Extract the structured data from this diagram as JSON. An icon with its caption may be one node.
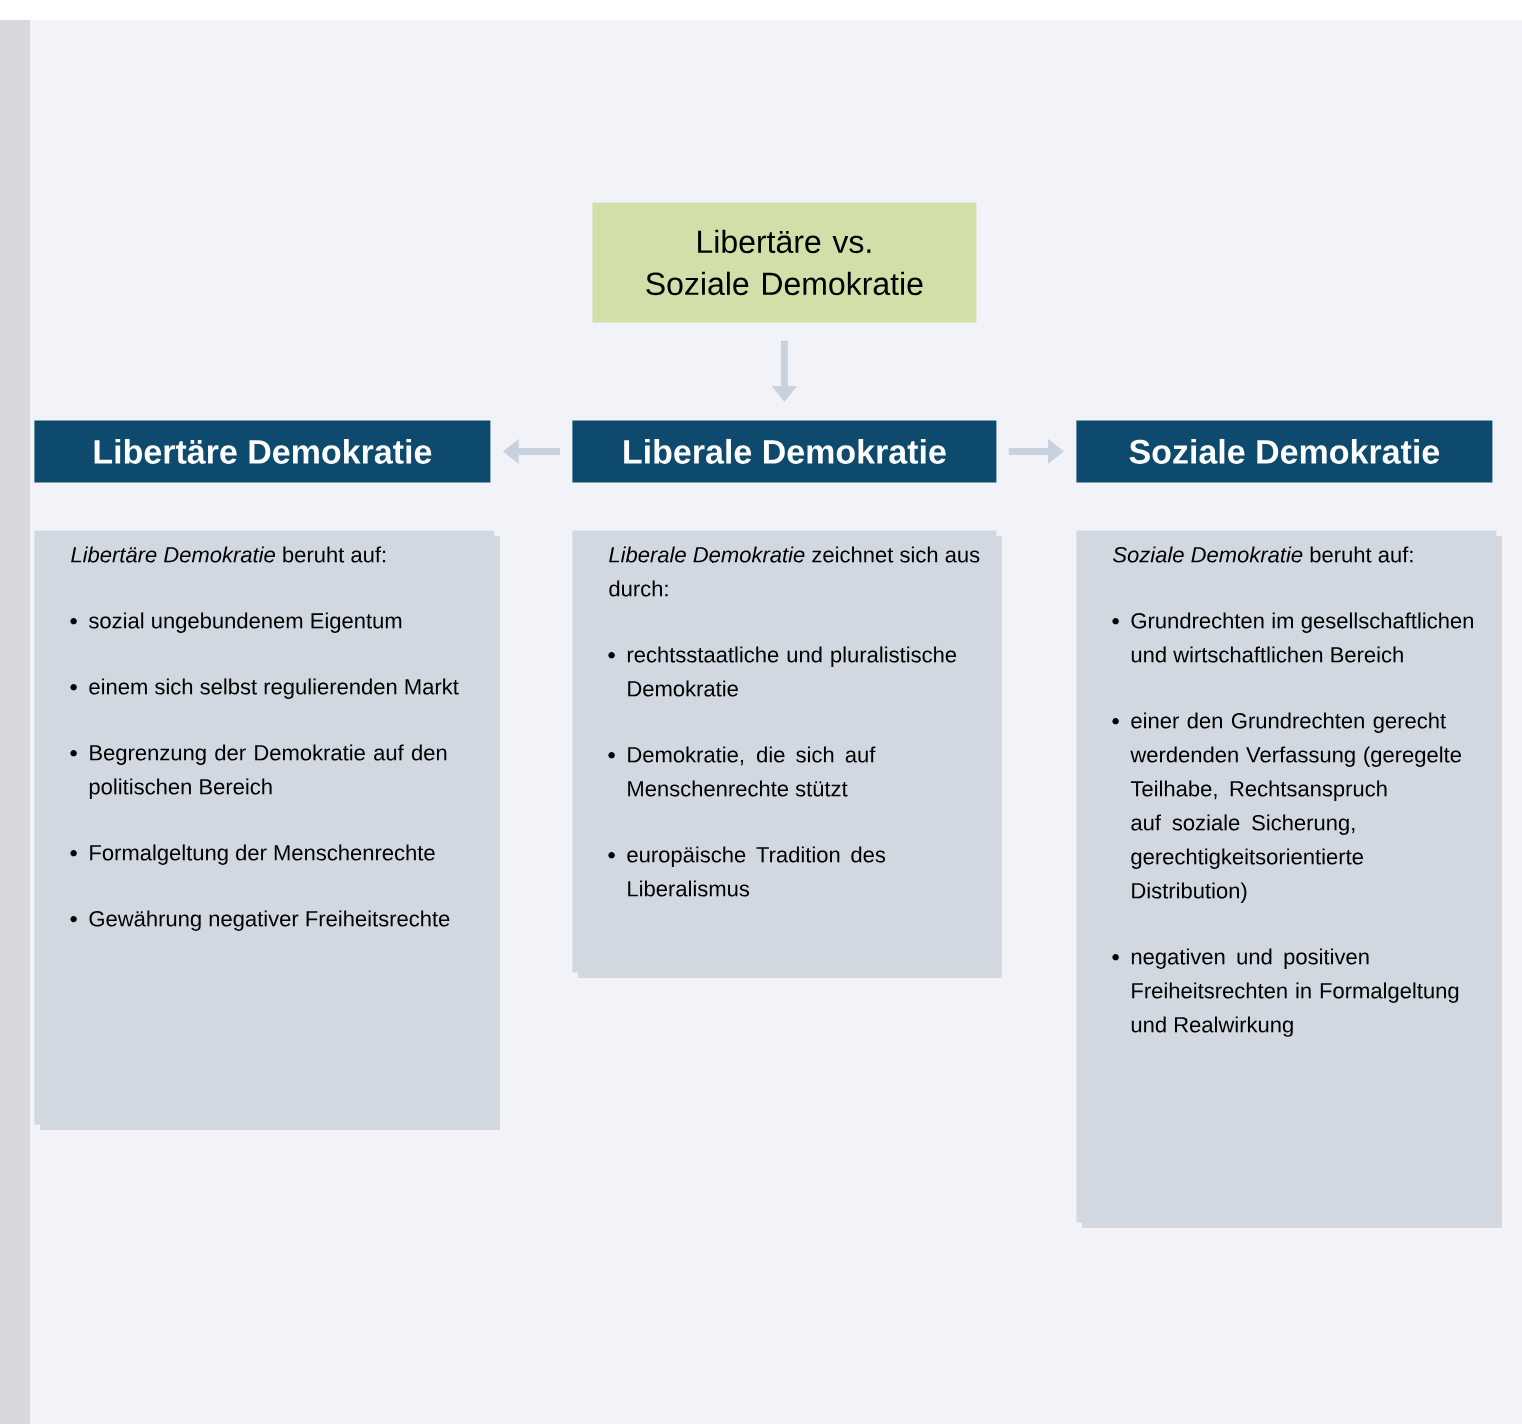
{
  "diagram": {
    "nodes": [
      {
        "text": [
          "Libertäre vs. Soziale Demokratie"
        ]
      },
      {
        "text": [
          "Libertäre Demokratie"
        ]
      },
      {
        "text": [
          "Liberale Demokratie"
        ]
      },
      {
        "text": [
          "Soziale Demokratie"
        ]
      },
      {
        "text": [
          "*Libertäre Demokratie* beruht auf:",
          "sozial ungebundenem Eigentum",
          "einem sich selbst regulierenden Markt",
          "Begrenzung der Demokratie auf den politischen Bereich",
          "Formalgeltung der Menschenrechte",
          "Gewährung negativer Freiheitsrechte"
        ]
      },
      {
        "text": [
          "*Liberale Demokratie* zeichnet sich aus durch:",
          "rechtsstaatliche und pluralistische Demokratie",
          "Demokratie, die sich auf Menschenrechte stützt",
          "europäische Tradition des Liberalismus"
        ]
      },
      {
        "text": [
          "*Soziale Demokratie* beruht auf:",
          "Grundrechten im gesellschaftlichen und wirtschaftlichen Bereich",
          "einer den Grundrechten gerecht werdenden Verfassung (geregelte Teilhabe, Rechtsanspruch auf soziale Sicherung, gerechtigkeitsorientierte Distribution)",
          "negativen und positiven Freiheitsrechten in Formalgeltung und Realwirkung"
        ]
      }
    ],
    "edges": [
      {
        "from": 0,
        "to": 2,
        "arrow": "to"
      },
      {
        "from": 2,
        "to": 1,
        "arrow": "to"
      },
      {
        "from": 2,
        "to": 3,
        "arrow": "to"
      }
    ]
  }
}
